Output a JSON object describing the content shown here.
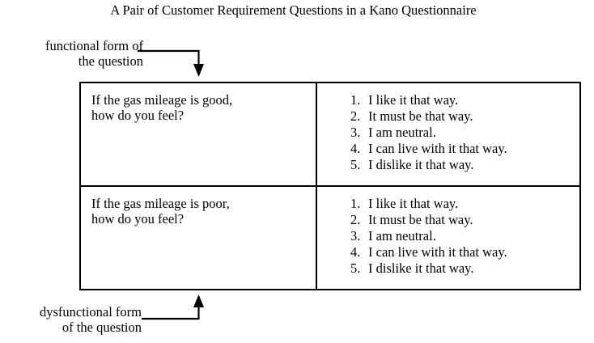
{
  "figure": {
    "title": "A Pair of Customer Requirement Questions in a Kano Questionnaire"
  },
  "callouts": {
    "functional": {
      "line_1": "functional form of",
      "line_2": "the question"
    },
    "dysfunctional": {
      "line_1": "dysfunctional form",
      "line_2": "of the question"
    }
  },
  "table": {
    "rows": [
      {
        "question": {
          "line_1": "If the gas mileage is good,",
          "line_2": "how do you feel?"
        },
        "answers": [
          {
            "num": "1.",
            "text": "I like it that way."
          },
          {
            "num": "2.",
            "text": "It must be that way."
          },
          {
            "num": "3.",
            "text": "I am neutral."
          },
          {
            "num": "4.",
            "text": "I can live with it that way."
          },
          {
            "num": "5.",
            "text": "I dislike it that way."
          }
        ]
      },
      {
        "question": {
          "line_1": "If the gas mileage is poor,",
          "line_2": "how do you feel?"
        },
        "answers": [
          {
            "num": "1.",
            "text": "I like it that way."
          },
          {
            "num": "2.",
            "text": "It must be that way."
          },
          {
            "num": "3.",
            "text": "I am neutral."
          },
          {
            "num": "4.",
            "text": "I can live with it that way."
          },
          {
            "num": "5.",
            "text": "I dislike it that way."
          }
        ]
      }
    ]
  },
  "colors": {
    "ink": "#000000",
    "paper": "#ffffff"
  }
}
